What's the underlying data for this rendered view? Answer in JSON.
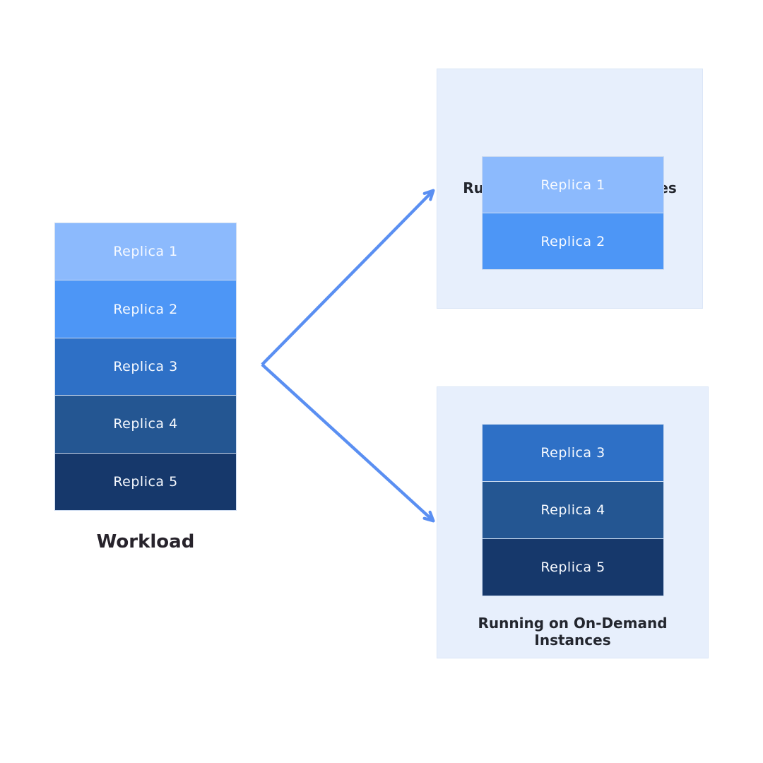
{
  "colors": {
    "c-page-bg": "#ffffff",
    "c-panel-bg": "#e7effc",
    "c-panel-border": "#dbe6f7",
    "c-box-border": "#cddcf1",
    "c-arrow": "#5a8ff2",
    "c-title-text": "#23262e",
    "c-replica-text": "#f7faff"
  },
  "workload": {
    "label": "Workload",
    "replicas": [
      {
        "label": "Replica 1",
        "color": "#8cbafd"
      },
      {
        "label": "Replica 2",
        "color": "#4d96f6"
      },
      {
        "label": "Replica 3",
        "color": "#2e70c6"
      },
      {
        "label": "Replica 4",
        "color": "#245692"
      },
      {
        "label": "Replica 5",
        "color": "#16386b"
      }
    ]
  },
  "spot_panel": {
    "title": "Running on Spot Instances",
    "replicas": [
      {
        "label": "Replica 1",
        "color": "#8cbafd"
      },
      {
        "label": "Replica 2",
        "color": "#4d96f6"
      }
    ]
  },
  "ondemand_panel": {
    "title": "Running on On-Demand Instances",
    "replicas": [
      {
        "label": "Replica 3",
        "color": "#2e70c6"
      },
      {
        "label": "Replica 4",
        "color": "#245692"
      },
      {
        "label": "Replica 5",
        "color": "#16386b"
      }
    ]
  }
}
